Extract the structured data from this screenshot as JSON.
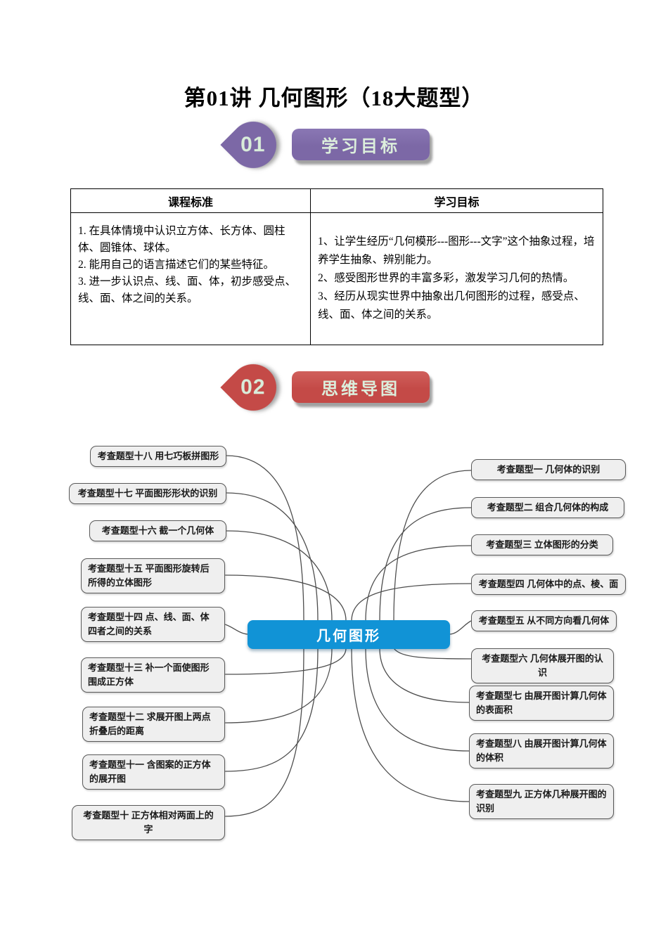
{
  "page": {
    "title": "第01讲 几何图形（18大题型）"
  },
  "colors": {
    "purple": "#7c68a6",
    "red": "#c44a47",
    "blue": "#1193d6",
    "node_fill": "#efefef",
    "node_border": "#595959"
  },
  "section1": {
    "number": "01",
    "heading": "学习目标"
  },
  "section2": {
    "number": "02",
    "heading": "思维导图"
  },
  "table": {
    "headers": [
      "课程标准",
      "学习目标"
    ],
    "left_items": [
      "1.  在具体情境中认识立方体、长方体、圆柱体、圆锥体、球体。",
      "2.  能用自己的语言描述它们的某些特征。",
      "3.  进一步认识点、线、面、体，初步感受点、线、面、体之间的关系。"
    ],
    "right_items": [
      "1、让学生经历“几何模形---图形---文字”这个抽象过程，培养学生抽象、辨别能力。",
      "2、感受图形世界的丰富多彩，激发学习几何的热情。",
      "3、经历从现实世界中抽象出几何图形的过程，感受点、线、面、体之间的关系。"
    ]
  },
  "mindmap": {
    "center": "几何图形",
    "left_nodes": [
      "考查题型十八 用七巧板拼图形",
      "考查题型十七 平面图形形状的识别",
      "考查题型十六 截一个几何体",
      "考查题型十五 平面图形旋转后所得的立体图形",
      "考查题型十四 点、线、面、体四者之间的关系",
      "考查题型十三 补一个面使图形围成正方体",
      "考查题型十二 求展开图上两点折叠后的距离",
      "考查题型十一 含图案的正方体的展开图",
      "考查题型十 正方体相对两面上的字"
    ],
    "right_nodes": [
      "考查题型一 几何体的识别",
      "考查题型二 组合几何体的构成",
      "考查题型三 立体图形的分类",
      "考查题型四 几何体中的点、棱、面",
      "考查题型五 从不同方向看几何体",
      "考查题型六 几何体展开图的认识",
      "考查题型七 由展开图计算几何体的表面积",
      "考查题型八 由展开图计算几何体的体积",
      "考查题型九 正方体几种展开图的识别"
    ]
  }
}
